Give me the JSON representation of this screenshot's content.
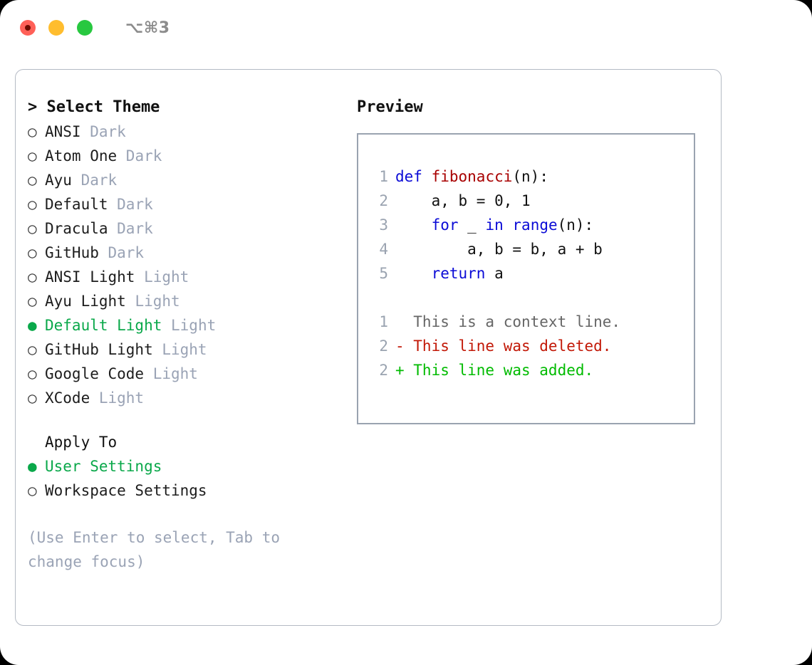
{
  "titlebar": {
    "shortcut": "⌥⌘3",
    "buttons": [
      {
        "name": "close",
        "color": "#ff6058"
      },
      {
        "name": "minimize",
        "color": "#ffbd2e"
      },
      {
        "name": "zoom",
        "color": "#28c840"
      }
    ]
  },
  "colors": {
    "selected_green": "#0aa84a",
    "muted_grey": "#9aa3b5",
    "keyword_blue": "#0b0bd6",
    "function_red": "#a80000",
    "diff_delete_red": "#c21807",
    "diff_add_green": "#00bb00",
    "panel_border": "#b4bac4",
    "preview_border": "#9aa3b0"
  },
  "theme_list": {
    "header": "> Select Theme",
    "selected_marker": "●",
    "unselected_marker": "○",
    "items": [
      {
        "label": "ANSI",
        "tag": "Dark",
        "selected": false
      },
      {
        "label": "Atom One",
        "tag": "Dark",
        "selected": false
      },
      {
        "label": "Ayu",
        "tag": "Dark",
        "selected": false
      },
      {
        "label": "Default",
        "tag": "Dark",
        "selected": false
      },
      {
        "label": "Dracula",
        "tag": "Dark",
        "selected": false
      },
      {
        "label": "GitHub",
        "tag": "Dark",
        "selected": false
      },
      {
        "label": "ANSI Light",
        "tag": "Light",
        "selected": false
      },
      {
        "label": "Ayu Light",
        "tag": "Light",
        "selected": false
      },
      {
        "label": "Default Light",
        "tag": "Light",
        "selected": true
      },
      {
        "label": "GitHub Light",
        "tag": "Light",
        "selected": false
      },
      {
        "label": "Google Code",
        "tag": "Light",
        "selected": false
      },
      {
        "label": "XCode",
        "tag": "Light",
        "selected": false
      }
    ]
  },
  "apply_to": {
    "title": "Apply To",
    "items": [
      {
        "label": "User Settings",
        "selected": true
      },
      {
        "label": "Workspace Settings",
        "selected": false
      }
    ]
  },
  "hint": "(Use Enter to select, Tab to change focus)",
  "preview": {
    "title": "Preview",
    "code_lines": [
      {
        "num": "1",
        "tokens": [
          {
            "t": "def",
            "c": "kw"
          },
          {
            "t": " ",
            "c": "pl"
          },
          {
            "t": "fibonacci",
            "c": "fn"
          },
          {
            "t": "(n):",
            "c": "pl"
          }
        ]
      },
      {
        "num": "2",
        "tokens": [
          {
            "t": "    a, b = 0, 1",
            "c": "pl"
          }
        ]
      },
      {
        "num": "3",
        "tokens": [
          {
            "t": "    ",
            "c": "pl"
          },
          {
            "t": "for",
            "c": "kw"
          },
          {
            "t": " _ ",
            "c": "pl"
          },
          {
            "t": "in",
            "c": "kw"
          },
          {
            "t": " ",
            "c": "pl"
          },
          {
            "t": "range",
            "c": "kw"
          },
          {
            "t": "(n):",
            "c": "pl"
          }
        ]
      },
      {
        "num": "4",
        "tokens": [
          {
            "t": "        a, b = b, a + b",
            "c": "pl"
          }
        ]
      },
      {
        "num": "5",
        "tokens": [
          {
            "t": "    ",
            "c": "pl"
          },
          {
            "t": "return",
            "c": "kw"
          },
          {
            "t": " a",
            "c": "pl"
          }
        ]
      }
    ],
    "diff_lines": [
      {
        "num": "1",
        "tokens": [
          {
            "t": "  This is a context line.",
            "c": "ctx"
          }
        ]
      },
      {
        "num": "2",
        "tokens": [
          {
            "t": "- This line was deleted.",
            "c": "del"
          }
        ]
      },
      {
        "num": "2",
        "tokens": [
          {
            "t": "+ This line was added.",
            "c": "add"
          }
        ]
      }
    ]
  }
}
